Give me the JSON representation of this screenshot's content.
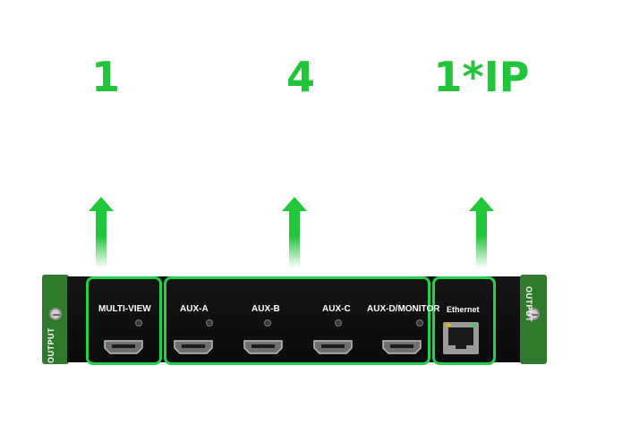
{
  "counts": {
    "multiview": "1",
    "aux": "4",
    "ip": "1*IP"
  },
  "panel": {
    "side_label": "OUTPUT",
    "ports": [
      "MULTI-VIEW",
      "AUX-A",
      "AUX-B",
      "AUX-C",
      "AUX-D/MONITOR"
    ],
    "ethernet_label": "Ethernet"
  },
  "colors": {
    "accent": "#22c53a",
    "highlight_border": "#22d14a",
    "panel_face": "#111111",
    "side_plate": "#2f7a2c"
  }
}
